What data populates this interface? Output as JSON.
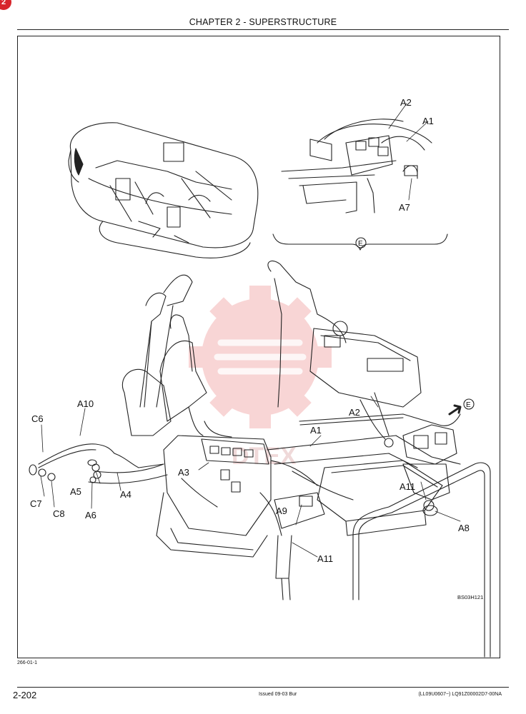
{
  "badge": "2",
  "header": {
    "chapter_title": "CHAPTER 2 - SUPERSTRUCTURE"
  },
  "figure": {
    "callouts": {
      "A1_top": "A1",
      "A2_top": "A2",
      "A7": "A7",
      "E_circle": "E",
      "E_arrow": "E",
      "A1_mid": "A1",
      "A2_mid": "A2",
      "A3": "A3",
      "A4": "A4",
      "A5": "A5",
      "A6": "A6",
      "A8": "A8",
      "A9": "A9",
      "A10": "A10",
      "A11_right": "A11",
      "A11_bottom": "A11",
      "C6": "C6",
      "C7": "C7",
      "C8": "C8"
    },
    "ref_code": "BS03H121",
    "watermark_text": "DTEX"
  },
  "left_code": "266-01-1",
  "footer": {
    "page_number": "2-202",
    "issued": "Issued 09-03   Bur",
    "doc_ref": "(LL09U0607~)   LQ91Z00002D7-00NA"
  }
}
